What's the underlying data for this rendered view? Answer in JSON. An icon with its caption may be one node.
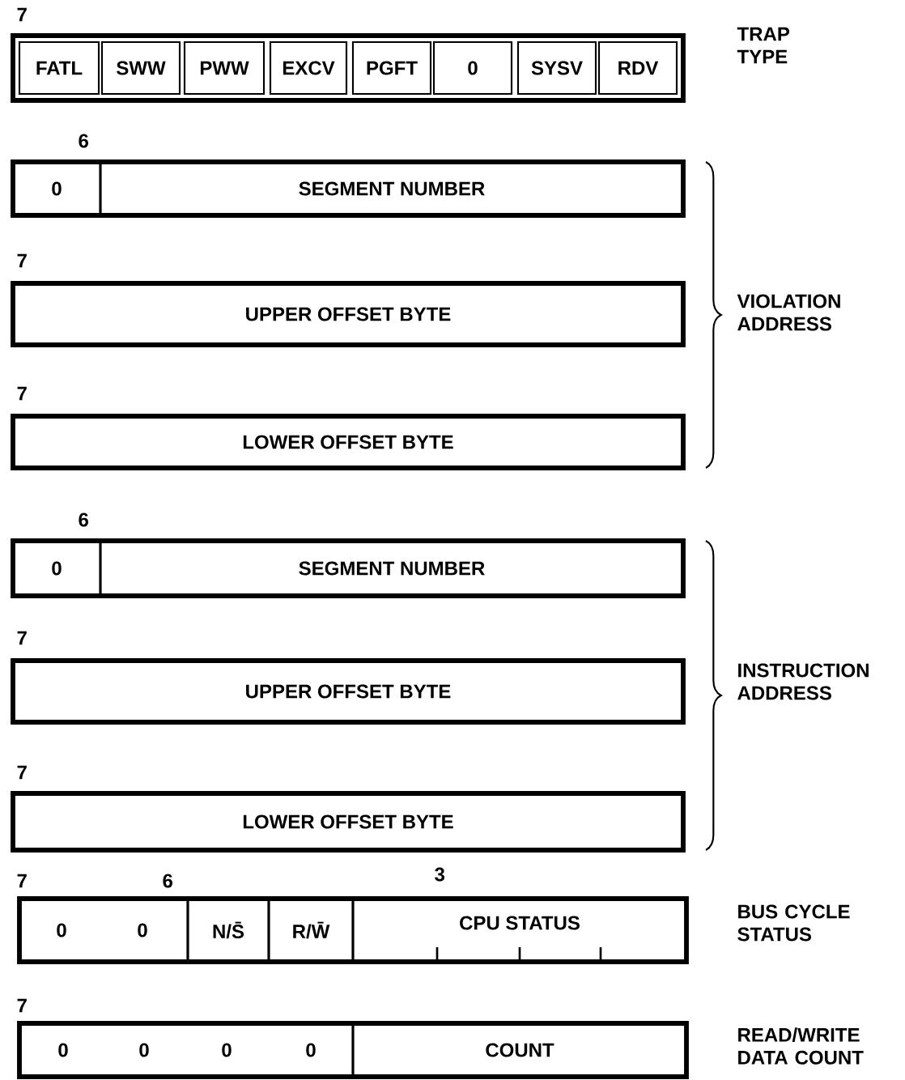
{
  "diagram": {
    "nodes": [
      {
        "text": [],
        "shape": "box"
      },
      {
        "text": [
          "FATL"
        ],
        "in": 0
      },
      {
        "text": [
          "SWW"
        ],
        "in": 0
      },
      {
        "text": [
          "PWW"
        ],
        "in": 0
      },
      {
        "text": [
          "EXCV"
        ],
        "in": 0
      },
      {
        "text": [
          "PGFT"
        ],
        "in": 0
      },
      {
        "text": [
          "0"
        ],
        "in": 0
      },
      {
        "text": [
          "SYSV"
        ],
        "in": 0
      },
      {
        "text": [
          "RDV"
        ],
        "in": 0
      },
      {
        "text": [],
        "shape": "box"
      },
      {
        "text": [
          "0"
        ],
        "in": 9
      },
      {
        "text": [
          "SEGMENT NUMBER"
        ],
        "in": 9
      },
      {
        "text": [
          "UPPER OFFSET BYTE"
        ]
      },
      {
        "text": [
          "LOWER OFFSET BYTE"
        ]
      },
      {
        "text": [],
        "shape": "box"
      },
      {
        "text": [
          "0"
        ],
        "in": 14
      },
      {
        "text": [
          "SEGMENT NUMBER"
        ],
        "in": 14
      },
      {
        "text": [
          "UPPER OFFSET BYTE"
        ]
      },
      {
        "text": [
          "LOWER OFFSET BYTE"
        ]
      },
      {
        "text": [],
        "shape": "box"
      },
      {
        "text": [
          "0"
        ],
        "in": 19
      },
      {
        "text": [
          "0"
        ],
        "in": 19
      },
      {
        "text": [
          "N/S̄"
        ],
        "in": 19
      },
      {
        "text": [
          "R/W̄"
        ],
        "in": 19
      },
      {
        "text": [
          "CPU STATUS"
        ],
        "in": 19
      },
      {
        "text": [],
        "shape": "box"
      },
      {
        "text": [
          "0"
        ],
        "in": 25
      },
      {
        "text": [
          "0"
        ],
        "in": 25
      },
      {
        "text": [
          "0"
        ],
        "in": 25
      },
      {
        "text": [
          "0"
        ],
        "in": 25
      },
      {
        "text": [
          "COUNT"
        ],
        "in": 25
      }
    ],
    "labels": [
      "7",
      "TRAP TYPE",
      "6",
      "7",
      "7",
      "VIOLATION ADDRESS",
      "6",
      "7",
      "7",
      "INSTRUCTION ADDRESS",
      "7",
      "6",
      "3",
      "BUS CYCLE STATUS",
      "7",
      "READ/WRITE DATA COUNT"
    ]
  }
}
